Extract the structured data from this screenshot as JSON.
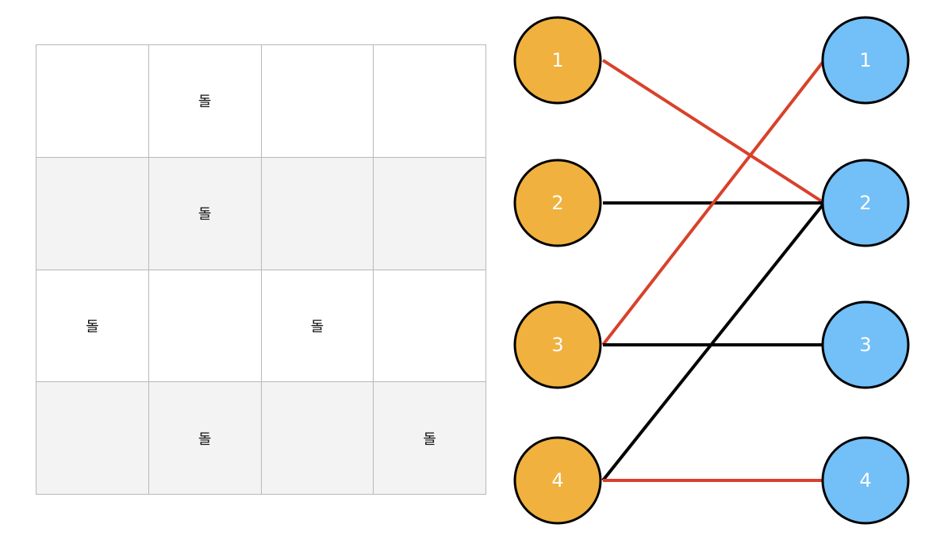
{
  "grid": {
    "rows": [
      [
        "",
        "돌",
        "",
        ""
      ],
      [
        "",
        "돌",
        "",
        ""
      ],
      [
        "돌",
        "",
        "돌",
        ""
      ],
      [
        "",
        "돌",
        "",
        "돌"
      ]
    ]
  },
  "graph": {
    "left_nodes": [
      "1",
      "2",
      "3",
      "4"
    ],
    "right_nodes": [
      "1",
      "2",
      "3",
      "4"
    ],
    "edges": [
      {
        "from": "1",
        "to": "2",
        "matched": true
      },
      {
        "from": "2",
        "to": "2",
        "matched": false
      },
      {
        "from": "3",
        "to": "1",
        "matched": true
      },
      {
        "from": "3",
        "to": "3",
        "matched": false
      },
      {
        "from": "4",
        "to": "2",
        "matched": false
      },
      {
        "from": "4",
        "to": "4",
        "matched": true
      }
    ],
    "colors": {
      "left_fill": "#F0B13E",
      "right_fill": "#73BFF7",
      "matched_edge": "#D9412B",
      "unmatched_edge": "#000000",
      "node_stroke": "#000000"
    }
  }
}
